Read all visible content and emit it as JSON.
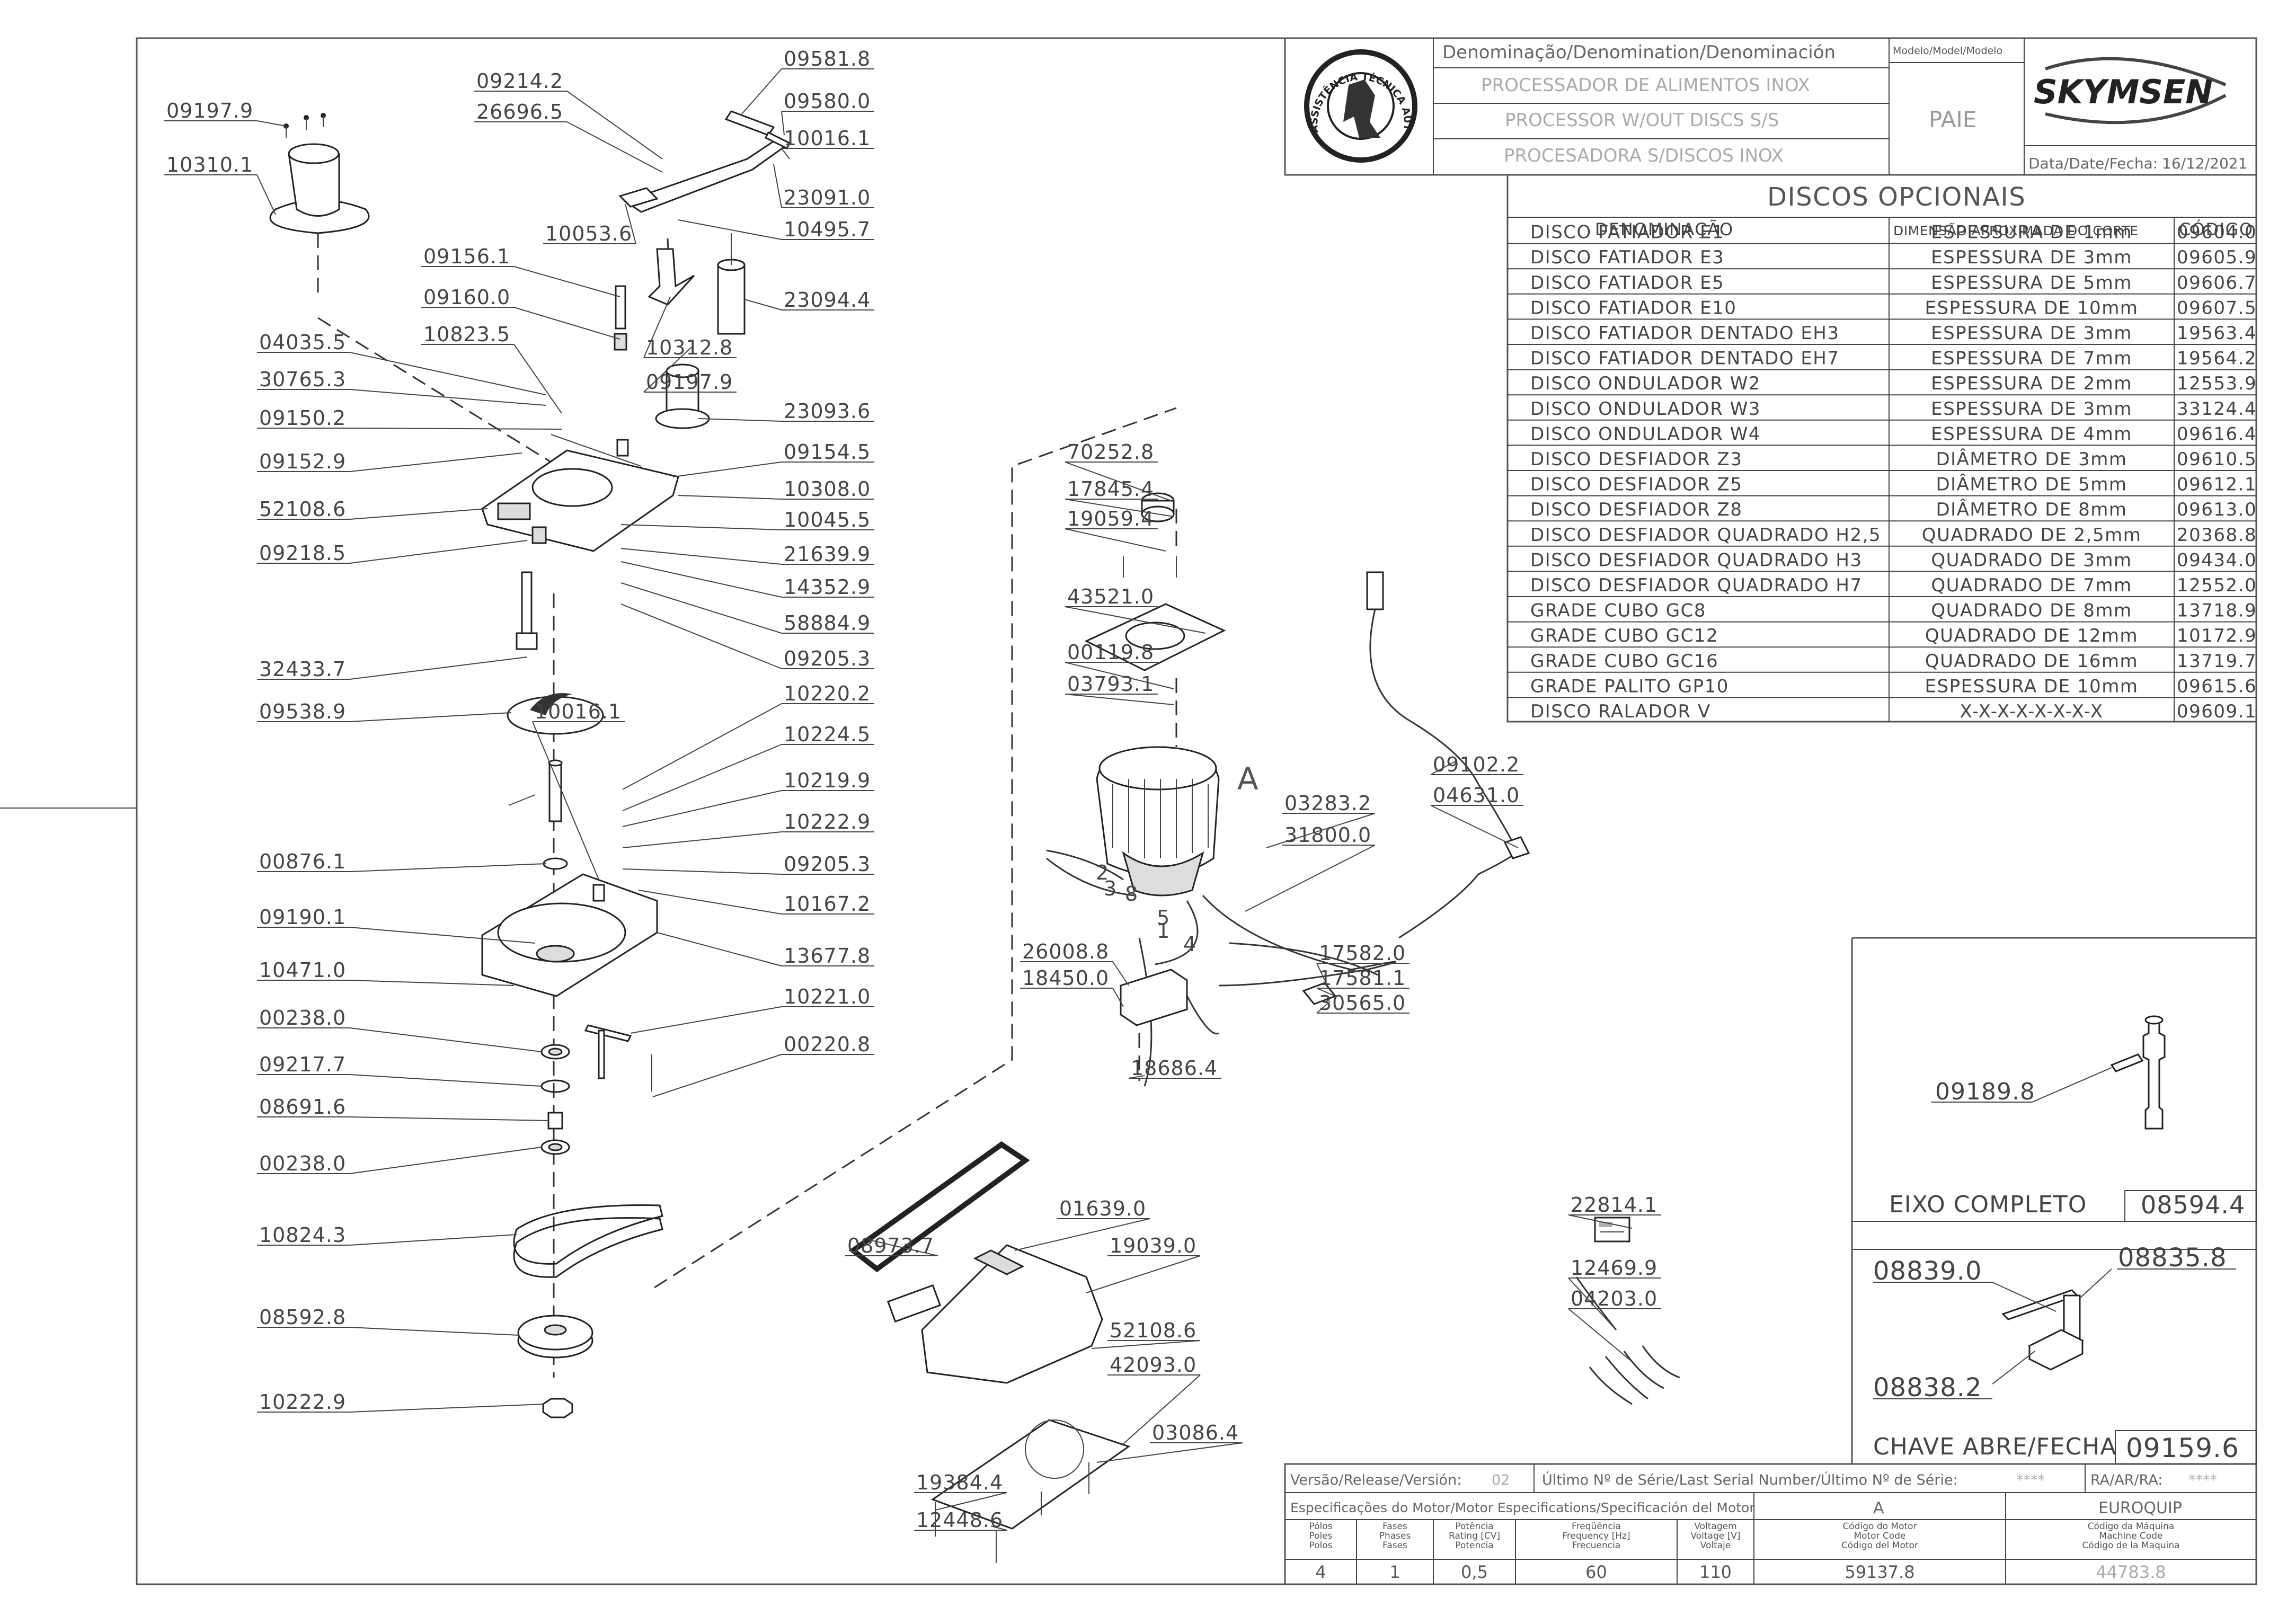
{
  "header": {
    "denomination_title": "Denominação/Denomination/Denominación",
    "model_title": "Modelo/Model/Modelo",
    "model_value": "PAIE",
    "names": [
      "PROCESSADOR DE ALIMENTOS INOX",
      "PROCESSOR W/OUT DISCS S/S",
      "PROCESADORA S/DISCOS INOX"
    ],
    "brand": "SKYMSEN",
    "date_label": "Data/Date/Fecha:",
    "date_value": "16/12/2021",
    "seal_text": "ASSISTÊNCIA TÉCNICA AUTORIZADA"
  },
  "discs": {
    "title": "DISCOS OPCIONAIS",
    "columns": [
      "DENOMINAÇÃO",
      "DIMENSÃO APROXIMADA DO CORTE",
      "CÓDIGO"
    ],
    "rows": [
      [
        "DISCO FATIADOR E1",
        "ESPESSURA DE 1mm",
        "09604.0"
      ],
      [
        "DISCO FATIADOR E3",
        "ESPESSURA DE 3mm",
        "09605.9"
      ],
      [
        "DISCO FATIADOR E5",
        "ESPESSURA DE 5mm",
        "09606.7"
      ],
      [
        "DISCO FATIADOR E10",
        "ESPESSURA DE 10mm",
        "09607.5"
      ],
      [
        "DISCO FATIADOR DENTADO EH3",
        "ESPESSURA DE 3mm",
        "19563.4"
      ],
      [
        "DISCO FATIADOR DENTADO EH7",
        "ESPESSURA DE 7mm",
        "19564.2"
      ],
      [
        "DISCO ONDULADOR W2",
        "ESPESSURA DE 2mm",
        "12553.9"
      ],
      [
        "DISCO ONDULADOR W3",
        "ESPESSURA DE 3mm",
        "33124.4"
      ],
      [
        "DISCO ONDULADOR W4",
        "ESPESSURA DE 4mm",
        "09616.4"
      ],
      [
        "DISCO DESFIADOR Z3",
        "DIÂMETRO DE 3mm",
        "09610.5"
      ],
      [
        "DISCO DESFIADOR Z5",
        "DIÂMETRO DE 5mm",
        "09612.1"
      ],
      [
        "DISCO DESFIADOR Z8",
        "DIÂMETRO DE 8mm",
        "09613.0"
      ],
      [
        "DISCO DESFIADOR QUADRADO H2,5",
        "QUADRADO DE 2,5mm",
        "20368.8"
      ],
      [
        "DISCO DESFIADOR QUADRADO H3",
        "QUADRADO DE 3mm",
        "09434.0"
      ],
      [
        "DISCO DESFIADOR QUADRADO H7",
        "QUADRADO DE 7mm",
        "12552.0"
      ],
      [
        "GRADE CUBO GC8",
        "QUADRADO DE 8mm",
        "13718.9"
      ],
      [
        "GRADE CUBO GC12",
        "QUADRADO DE 12mm",
        "10172.9"
      ],
      [
        "GRADE CUBO GC16",
        "QUADRADO DE 16mm",
        "13719.7"
      ],
      [
        "GRADE PALITO GP10",
        "ESPESSURA DE 10mm",
        "09615.6"
      ],
      [
        "DISCO RALADOR V",
        "X-X-X-X-X-X-X-X",
        "09609.1"
      ]
    ]
  },
  "part_labels": {
    "left": [
      "09197.9",
      "10310.1",
      "09214.2",
      "26696.5",
      "09581.8",
      "09580.0",
      "10016.1",
      "23091.0",
      "10053.6",
      "10495.7",
      "09156.1",
      "09160.0",
      "23094.4",
      "10823.5",
      "04035.5",
      "10312.8",
      "09197.9",
      "30765.3",
      "23093.6",
      "09150.2",
      "09154.5",
      "09152.9",
      "10308.0",
      "52108.6",
      "10045.5",
      "09218.5",
      "21639.9",
      "14352.9",
      "58884.9",
      "09205.3",
      "32433.7",
      "09538.9",
      "10016.1",
      "10220.2",
      "10224.5",
      "10219.9",
      "10222.9",
      "00876.1",
      "09205.3",
      "10167.2",
      "09190.1",
      "13677.8",
      "10471.0",
      "10221.0",
      "00238.0",
      "00220.8",
      "09217.7",
      "08691.6",
      "00238.0",
      "10824.3",
      "08592.8",
      "10222.9"
    ],
    "center": [
      "70252.8",
      "17845.4",
      "19059.4",
      "43521.0",
      "00119.8",
      "03793.1",
      "09102.2",
      "04631.0",
      "03283.2",
      "31800.0",
      "26008.8",
      "18450.0",
      "17582.0",
      "17581.1",
      "30565.0",
      "18686.4",
      "08973.7",
      "01639.0",
      "19039.0",
      "52108.6",
      "42093.0",
      "03086.4",
      "19384.4",
      "12448.6",
      "22814.1",
      "12469.9",
      "04203.0"
    ],
    "motor_letter": "A",
    "wire_numbers": [
      "2",
      "3",
      "8",
      "5",
      "1",
      "4"
    ]
  },
  "shaft": {
    "label": "09189.8",
    "title": "EIXO COMPLETO",
    "code": "08594.4"
  },
  "key": {
    "labels": [
      "08839.0",
      "08835.8",
      "08838.2"
    ],
    "title": "CHAVE ABRE/FECHA",
    "code": "09159.6"
  },
  "footer": {
    "version_label": "Versão/Release/Versión:",
    "version_value": "02",
    "serial_label": "Último Nº de Série/Last Serial Number/Último Nº de Série:",
    "serial_value": "****",
    "ra_label": "RA/AR/RA:",
    "ra_value": "****",
    "motor_specs_label": "Especificações do Motor/Motor Especifications/Specificación del Motor",
    "motor_letter": "A",
    "machine": "EUROQUIP",
    "spec_headers": [
      [
        "Pólos",
        "Poles",
        "Polos"
      ],
      [
        "Fases",
        "Phases",
        "Fases"
      ],
      [
        "Potência",
        "Rating [CV]",
        "Potencia"
      ],
      [
        "Freqüência",
        "Frequency [Hz]",
        "Frecuencia"
      ],
      [
        "Voltagem",
        "Voltage [V]",
        "Voltaje"
      ],
      [
        "Código do Motor",
        "Motor Code",
        "Código del Motor"
      ],
      [
        "Código da Máquina",
        "Machine Code",
        "Código de la Maquina"
      ]
    ],
    "spec_values": [
      "4",
      "1",
      "0,5",
      "60",
      "110",
      "59137.8",
      "44783.8"
    ]
  }
}
